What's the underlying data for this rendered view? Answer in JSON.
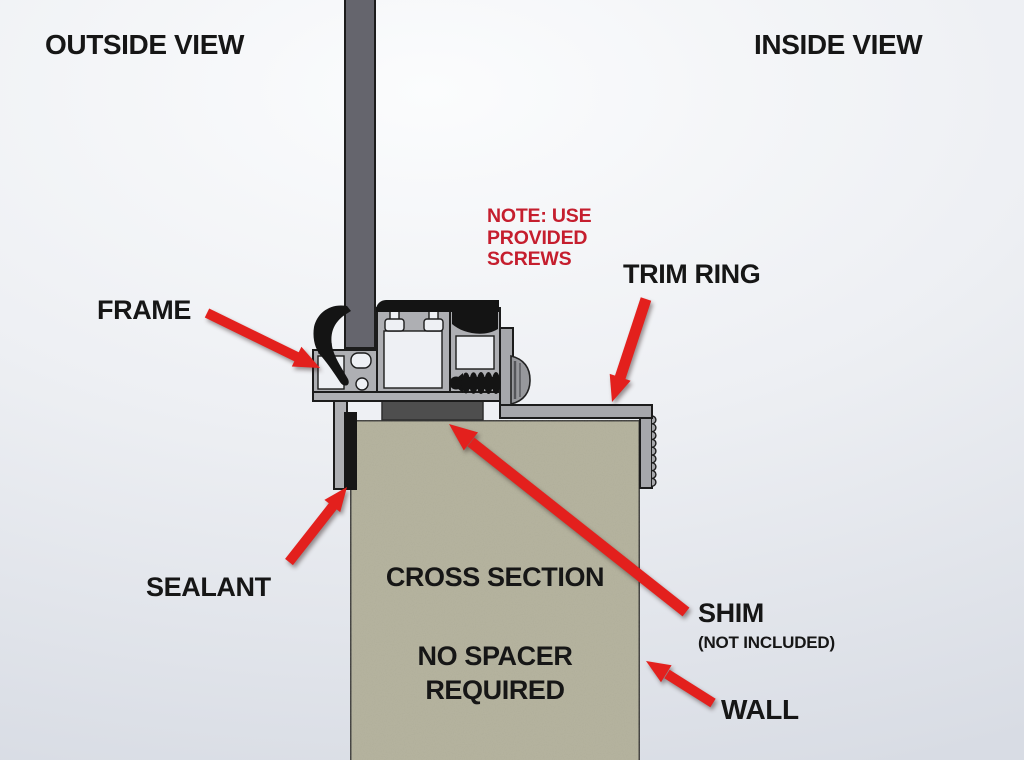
{
  "title": "Window frame installation cross-section (outside vs inside view)",
  "views": {
    "outside": "OUTSIDE VIEW",
    "inside": "INSIDE VIEW"
  },
  "labels": {
    "frame": "FRAME",
    "trim_ring": "TRIM RING",
    "sealant": "SEALANT",
    "shim": "SHIM",
    "shim_sub": "(NOT INCLUDED)",
    "wall": "WALL"
  },
  "note": {
    "lines": [
      "NOTE: USE",
      "PROVIDED",
      "SCREWS"
    ]
  },
  "wall_text": {
    "line1": "CROSS SECTION",
    "line2": "NO SPACER",
    "line3": "REQUIRED"
  },
  "parts_depicted": [
    "glass-panel",
    "frame-extrusion",
    "gasket",
    "screw",
    "trim-ring",
    "shim",
    "sealant",
    "wall"
  ],
  "colors": {
    "arrow_red": "#e3201d",
    "note_red": "#c51e2e",
    "label_text": "#161616",
    "wall_fill": "#b7b5a0",
    "frame_gray": "#aeafb3",
    "trim_gray": "#a6a7ab",
    "glass_gray": "#65656d",
    "shim_gray": "#4e4e4e",
    "outline": "#1c1c1c",
    "background_top": "#fbfcfd",
    "background_bottom": "#d8dce4"
  }
}
